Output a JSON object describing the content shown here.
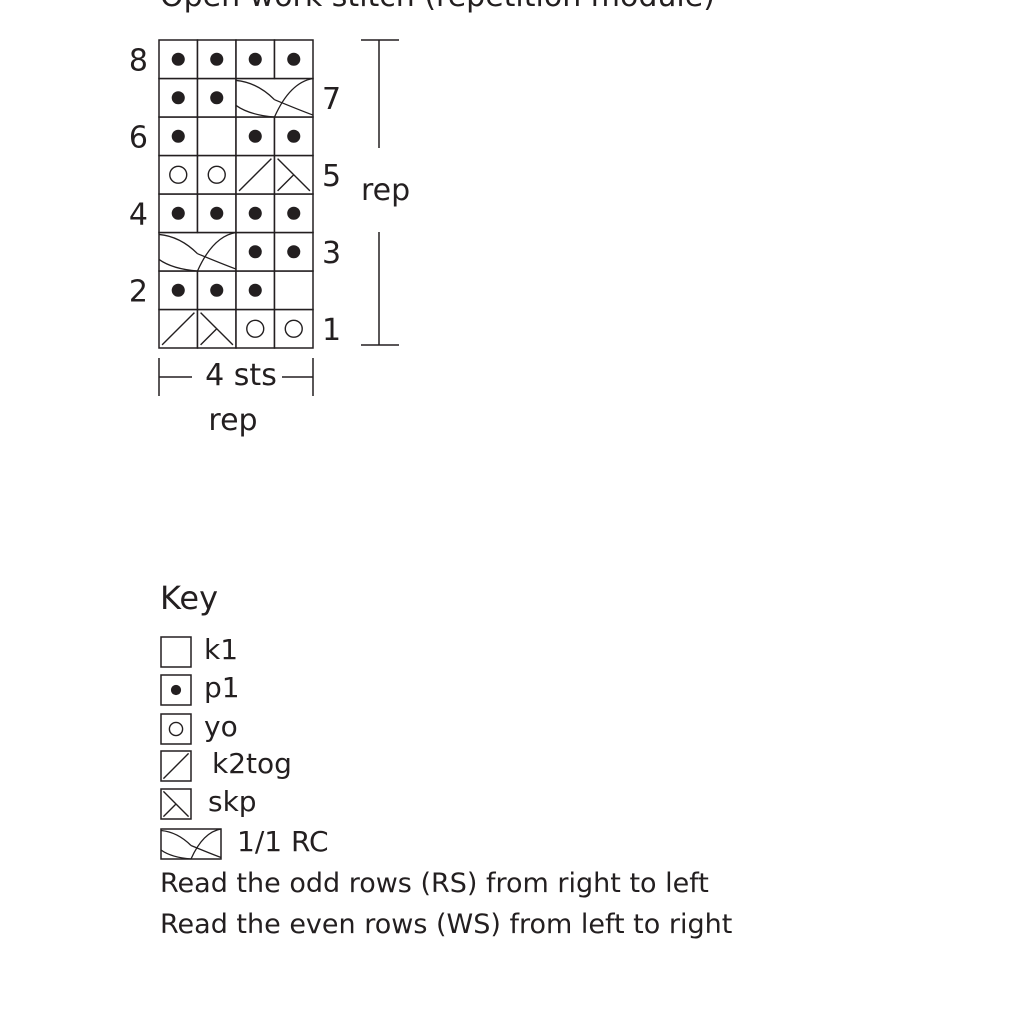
{
  "title": "Open work stitch (repetition module)",
  "chart_data": {
    "type": "table",
    "rows_bottom_to_top": [
      {
        "row": 1,
        "cells": [
          "k2tog",
          "skp",
          "yo",
          "yo"
        ]
      },
      {
        "row": 2,
        "cells": [
          "p1",
          "p1",
          "p1",
          "k1"
        ]
      },
      {
        "row": 3,
        "cells": [
          "1/1 RC",
          "1/1 RC",
          "p1",
          "p1"
        ]
      },
      {
        "row": 4,
        "cells": [
          "p1",
          "p1",
          "p1",
          "p1"
        ]
      },
      {
        "row": 5,
        "cells": [
          "yo",
          "yo",
          "k2tog",
          "skp"
        ]
      },
      {
        "row": 6,
        "cells": [
          "p1",
          "k1",
          "p1",
          "p1"
        ]
      },
      {
        "row": 7,
        "cells": [
          "p1",
          "p1",
          "1/1 RC",
          "1/1 RC"
        ]
      },
      {
        "row": 8,
        "cells": [
          "p1",
          "p1",
          "p1",
          "p1"
        ]
      }
    ],
    "row_labels_left": [
      "8",
      "6",
      "4",
      "2"
    ],
    "row_labels_right": [
      "7",
      "5",
      "3",
      "1"
    ],
    "stitch_repeat_label": "4 sts",
    "stitch_repeat_sublabel": "rep",
    "row_repeat_label": "rep"
  },
  "key": {
    "title": "Key",
    "items": [
      {
        "symbol": "k1",
        "label": "k1"
      },
      {
        "symbol": "p1",
        "label": "p1"
      },
      {
        "symbol": "yo",
        "label": "yo"
      },
      {
        "symbol": "k2tog",
        "label": "k2tog"
      },
      {
        "symbol": "skp",
        "label": "skp"
      },
      {
        "symbol": "1/1 RC",
        "label": "1/1 RC"
      }
    ]
  },
  "notes": [
    "Read the odd rows (RS) from right to left",
    "Read the even rows (WS) from left to right"
  ]
}
